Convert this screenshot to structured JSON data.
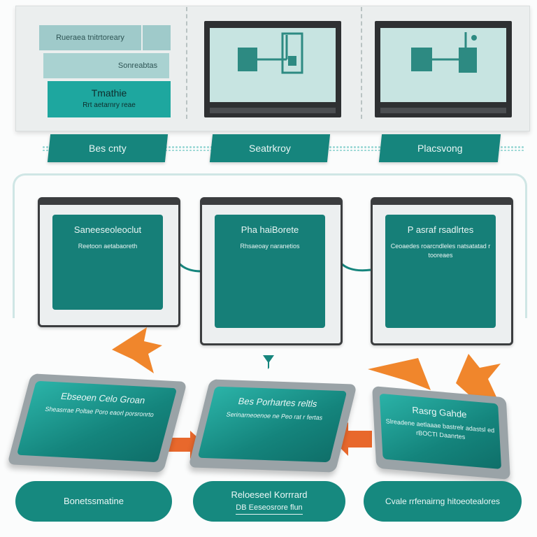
{
  "top": {
    "stack_labels": [
      "Rueraea tnitrtoreary",
      "Sonreabtas",
      "Tmathie",
      "Rrt aetarnry reae"
    ]
  },
  "flow_banners": [
    "Bes cnty",
    "Seatrkroy",
    "Placsvong"
  ],
  "devices": [
    {
      "title": "Saneeseoleoclut",
      "text": "Reetoon aetabaoreth"
    },
    {
      "title": "Pha haiBorete",
      "text": "Rhsaeoay naranetios"
    },
    {
      "title": "P asraf rsadlrtes",
      "text": "Ceoaedes roarcndleles natsatatad r tooreaes"
    }
  ],
  "tablets": [
    {
      "title": "Ebseoen Celo Groan",
      "text": "Sheasrrae Poltae Poro eaorl porsronrto"
    },
    {
      "title": "Bes Porhartes reltls",
      "text": "Serinarneoenoe ne Peo rat r fertas"
    },
    {
      "title": "Rasrg Gahde",
      "text": "Slreadene aetlaaae bastrelr adastsl ed rBOCTI Daanrtes"
    }
  ],
  "pills": [
    {
      "label": "Bonetssmatine",
      "sub": ""
    },
    {
      "label": "Reloeseel Korrrard",
      "sub": "DB Eeseosrore flun"
    },
    {
      "label": "Cvale rrfenairng hitoeotealores",
      "sub": ""
    }
  ],
  "colors": {
    "teal": "#16857d",
    "orange": "#f0862c",
    "screen": "#c7e4e1"
  }
}
